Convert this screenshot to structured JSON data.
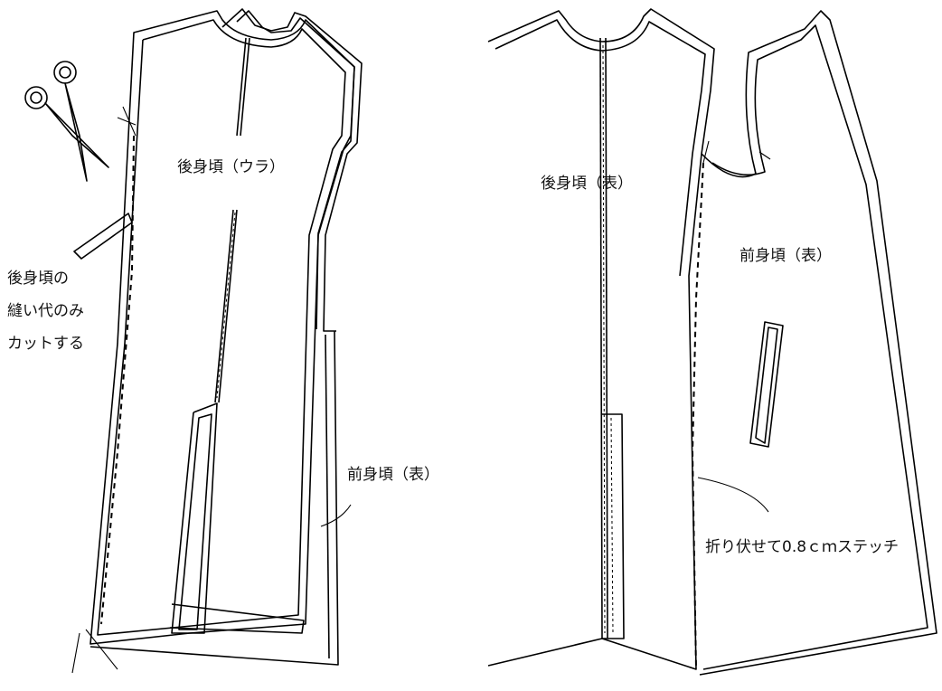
{
  "left_figure": {
    "back_label": "後身頃（ウラ）",
    "front_label": "前身頃（表）",
    "note_lines": [
      "後身頃の",
      "縫い代のみ",
      "カットする"
    ]
  },
  "right_figure": {
    "back_label": "後身頃（表）",
    "front_label": "前身頃（表）",
    "stitch_note": "折り伏せて0.8ｃｍステッチ"
  }
}
